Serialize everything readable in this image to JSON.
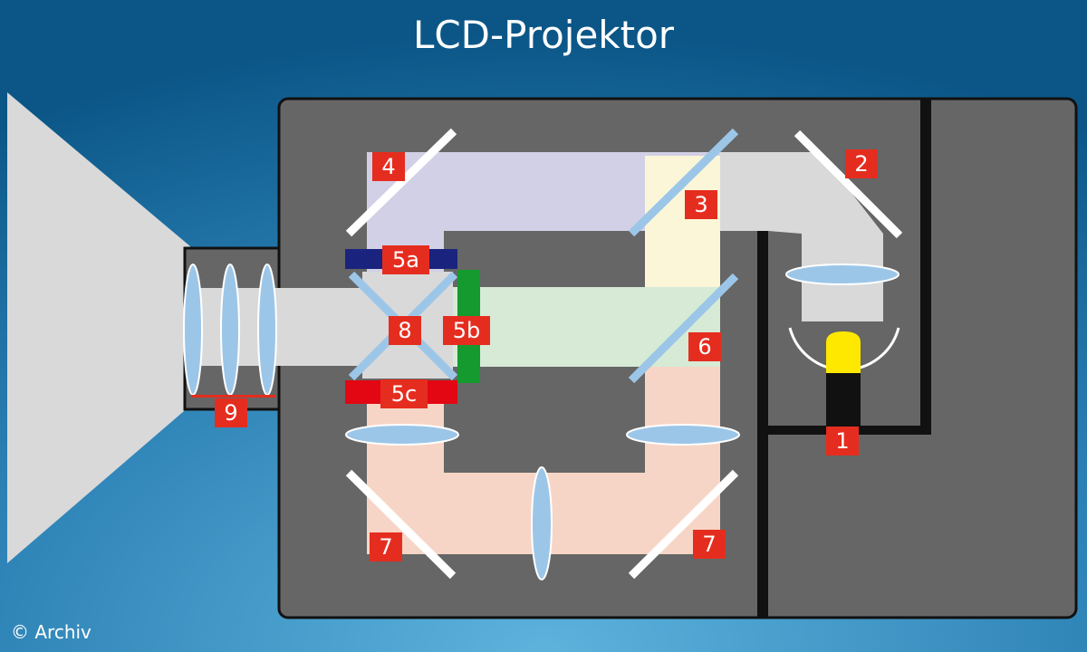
{
  "title": "LCD-Projektor",
  "credit": "© Archiv",
  "colors": {
    "background_center": "#4aa3cf",
    "background_edge": "#0a5a8a",
    "housing": "#666666",
    "light_path": "#d9d9d9",
    "blue_channel": "#d2d0e6",
    "yellow_channel": "#fbf6d8",
    "green_channel": "#d6ead6",
    "red_channel": "#f7d5c6",
    "mirror": "#ffffff",
    "dichroic": "#9cc6e8",
    "lcd_blue": "#1a237e",
    "lcd_green": "#149a2e",
    "lcd_red": "#e30613",
    "lamp": "#ffe800",
    "label_bg": "#e52d1f"
  },
  "labels": {
    "l1": "1",
    "l2": "2",
    "l3": "3",
    "l4": "4",
    "l5a": "5a",
    "l5b": "5b",
    "l5c": "5c",
    "l6": "6",
    "l7a": "7",
    "l7b": "7",
    "l8": "8",
    "l9": "9"
  }
}
